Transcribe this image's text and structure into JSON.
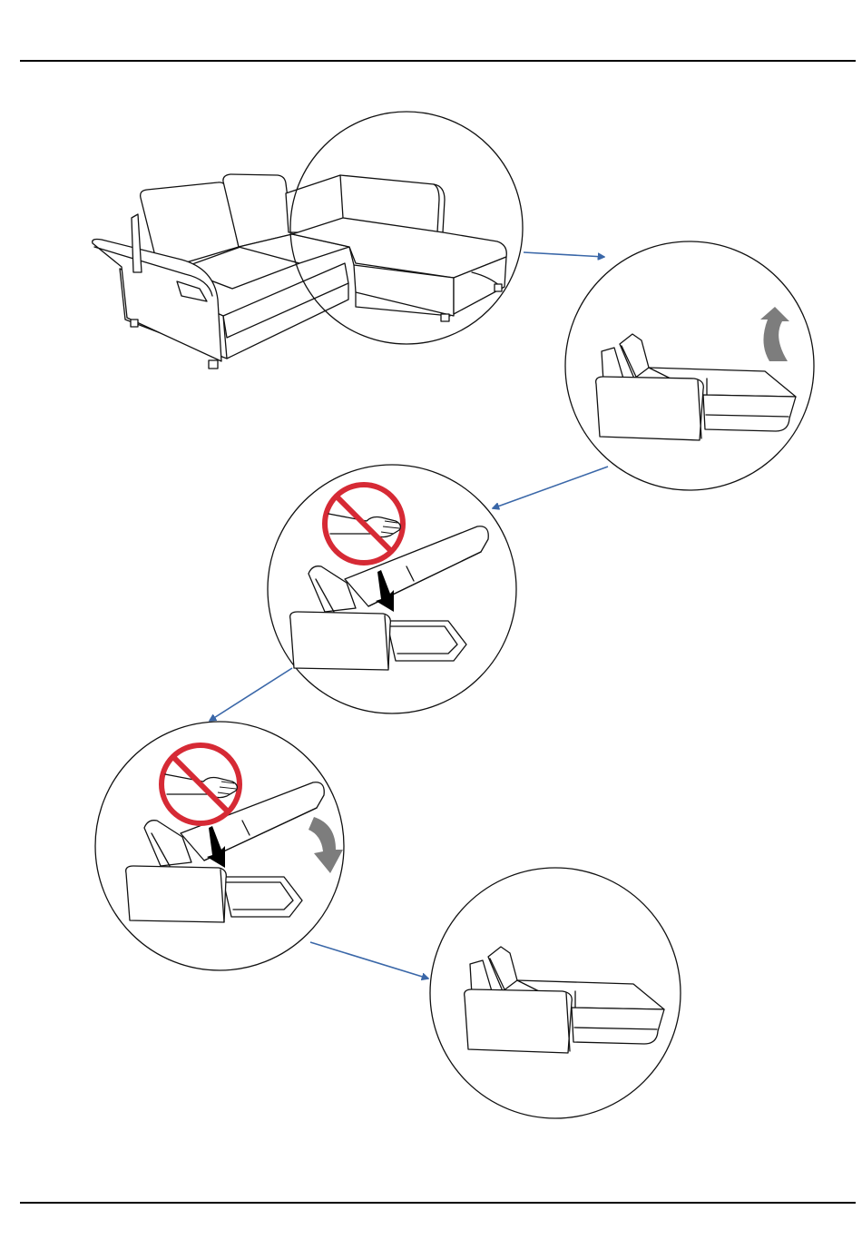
{
  "colors": {
    "rule": "#000000",
    "outline": "#111111",
    "flow_arrow": "#3a67a8",
    "prohibit_red": "#d62a35",
    "rotate_arrow": "#7d7d7d",
    "press_arrow": "#000000",
    "background": "#ffffff"
  },
  "icons": {
    "prohibited": "prohibited-hand-icon",
    "rotate_up": "curved-arrow-up-icon",
    "rotate_down": "curved-arrow-down-icon",
    "press_down": "arrow-down-icon",
    "flow": "arrow-right-icon"
  },
  "steps": [
    {
      "id": "step-1-sofa-overview",
      "view": "full-corner-sofa"
    },
    {
      "id": "step-2-closed",
      "view": "chaise-closed",
      "motion": "lift-up"
    },
    {
      "id": "step-3-lifted",
      "view": "chaise-lid-open",
      "warning": "keep-hands-clear"
    },
    {
      "id": "step-4-lowering",
      "view": "chaise-lid-open",
      "warning": "keep-hands-clear",
      "motion": "lower-down"
    },
    {
      "id": "step-5-closed",
      "view": "chaise-closed"
    }
  ]
}
